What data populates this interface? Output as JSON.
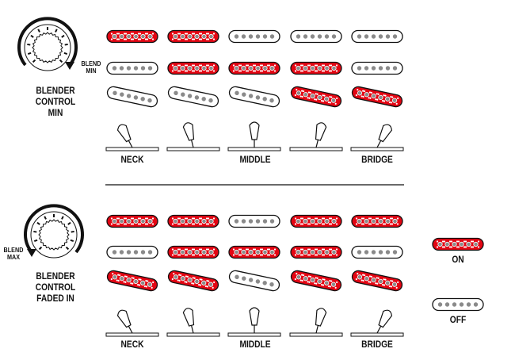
{
  "panels": [
    {
      "knob_title": [
        "BLENDER CONTROL",
        "MIN"
      ],
      "blend_label": [
        "BLEND",
        "MIN"
      ],
      "pickup_states": [
        [
          "on",
          "on",
          "off",
          "off",
          "off"
        ],
        [
          "off",
          "on",
          "on",
          "on",
          "off"
        ],
        [
          "off",
          "off",
          "off",
          "on",
          "on"
        ]
      ],
      "position_labels": [
        "NECK",
        "",
        "MIDDLE",
        "",
        "BRIDGE"
      ]
    },
    {
      "knob_title": [
        "BLENDER CONTROL",
        "FADED IN"
      ],
      "blend_label": [
        "BLEND",
        "MAX"
      ],
      "pickup_states": [
        [
          "on",
          "on",
          "off",
          "on",
          "on"
        ],
        [
          "off",
          "on",
          "on",
          "on",
          "off"
        ],
        [
          "on",
          "on",
          "off",
          "on",
          "on"
        ]
      ],
      "position_labels": [
        "NECK",
        "",
        "MIDDLE",
        "",
        "BRIDGE"
      ]
    }
  ],
  "legend": {
    "on_label": "ON",
    "off_label": "OFF"
  },
  "colors": {
    "on": "#e30613",
    "pole": "#8a8a8a",
    "stroke": "#111111"
  }
}
